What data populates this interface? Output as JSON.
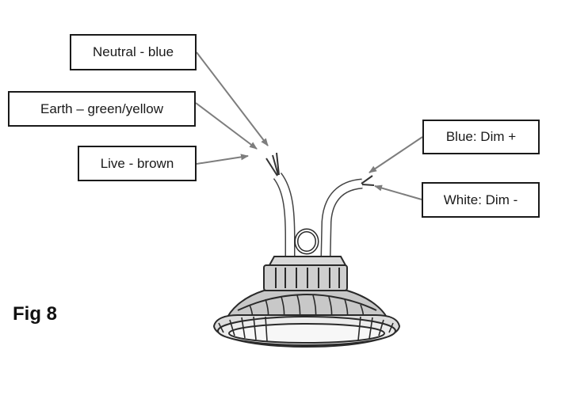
{
  "labels": {
    "neutral": "Neutral - blue",
    "earth": "Earth – green/yellow",
    "live": "Live - brown",
    "blue_dim": "Blue: Dim +",
    "white_dim": "White: Dim -"
  },
  "figure_label": "Fig 8",
  "colors": {
    "line": "#8a8a8a",
    "outline": "#2a2a2a",
    "box_border": "#1a1a1a"
  }
}
